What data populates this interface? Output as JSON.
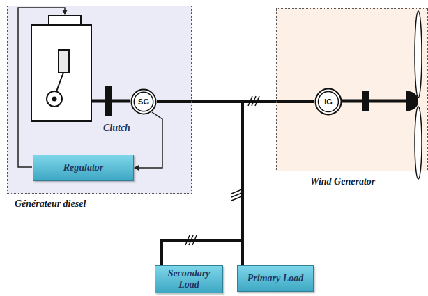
{
  "diagram": {
    "nodes": [
      {
        "text": [
          "Générateur diesel"
        ]
      },
      {
        "text": [
          "Regulator"
        ],
        "in": 0
      },
      {
        "text": [
          "SG"
        ],
        "in": 0
      },
      {
        "text": [
          "Wind Generator"
        ]
      },
      {
        "text": [
          "IG"
        ],
        "in": 3
      },
      {
        "text": [
          "Secondary Load"
        ]
      },
      {
        "text": [
          "Primary Load"
        ]
      }
    ],
    "edges": [
      {
        "from": 2,
        "to": 4,
        "arrow": "none"
      },
      {
        "from": 2,
        "to": 6,
        "arrow": "none"
      },
      {
        "from": 2,
        "to": 5,
        "arrow": "none"
      },
      {
        "from": 2,
        "to": 1,
        "arrow": "to"
      }
    ],
    "labels": [
      "Clutch"
    ]
  }
}
